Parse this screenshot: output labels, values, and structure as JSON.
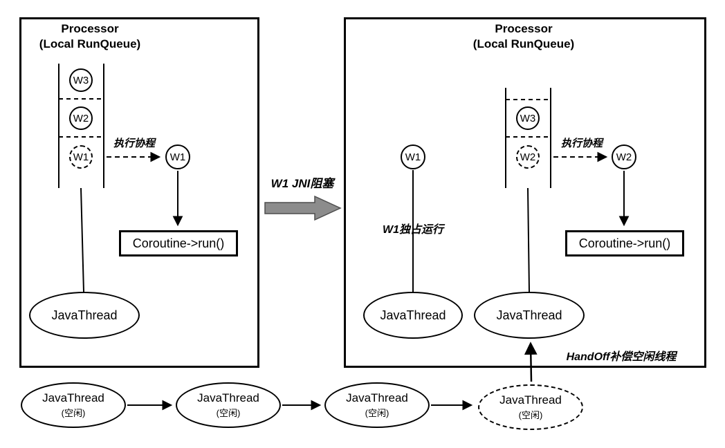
{
  "left_panel": {
    "title": "Processor",
    "subtitle": "(Local RunQueue)",
    "queue": [
      "W3",
      "W2",
      "W1"
    ],
    "running_coroutine": "W1",
    "exec_label": "执行协程",
    "coroutine_box": "Coroutine->run()",
    "thread": "JavaThread"
  },
  "transition": {
    "label": "W1 JNI阻塞"
  },
  "right_panel": {
    "title": "Processor",
    "subtitle": "(Local RunQueue)",
    "blocked_coroutine": "W1",
    "blocked_label": "W1独占运行",
    "blocked_thread": "JavaThread",
    "queue": [
      "W3",
      "W2"
    ],
    "running_coroutine": "W2",
    "exec_label": "执行协程",
    "coroutine_box": "Coroutine->run()",
    "thread": "JavaThread",
    "handoff_label": "HandOff补偿空闲线程"
  },
  "idle_pool": {
    "threads": [
      {
        "name": "JavaThread",
        "state": "(空闲)"
      },
      {
        "name": "JavaThread",
        "state": "(空闲)"
      },
      {
        "name": "JavaThread",
        "state": "(空闲)"
      },
      {
        "name": "JavaThread",
        "state": "(空闲)"
      }
    ]
  }
}
